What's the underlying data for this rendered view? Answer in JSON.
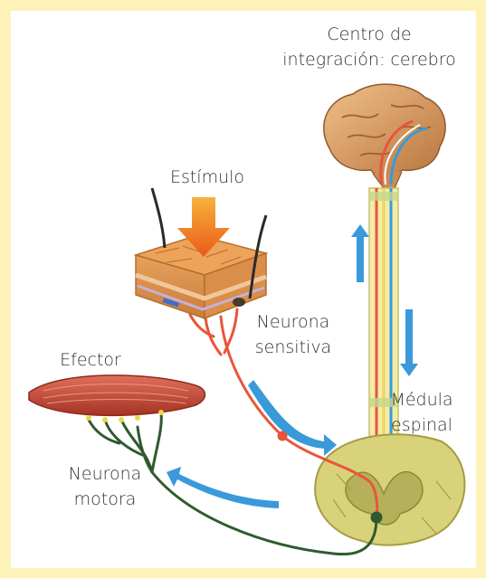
{
  "labels": {
    "centro_line1": "Centro de",
    "centro_line2": "integración: cerebro",
    "estimulo": "Estímulo",
    "neurona_sensitiva_line1": "Neurona",
    "neurona_sensitiva_line2": "sensitiva",
    "efector": "Efector",
    "medula_line1": "Médula",
    "medula_line2": "espinal",
    "neurona_motora_line1": "Neurona",
    "neurona_motora_line2": "motora"
  },
  "colors": {
    "frame": "#fdf3b8",
    "sensory_neuron": "#e8553a",
    "motor_neuron": "#2f5a2e",
    "signal_arrow": "#3a9ad9",
    "stimulus_arrow": "#f07a1e",
    "spinal_cord": "#e9e29a",
    "brain": "#d9a06a",
    "muscle": "#c8483a"
  }
}
